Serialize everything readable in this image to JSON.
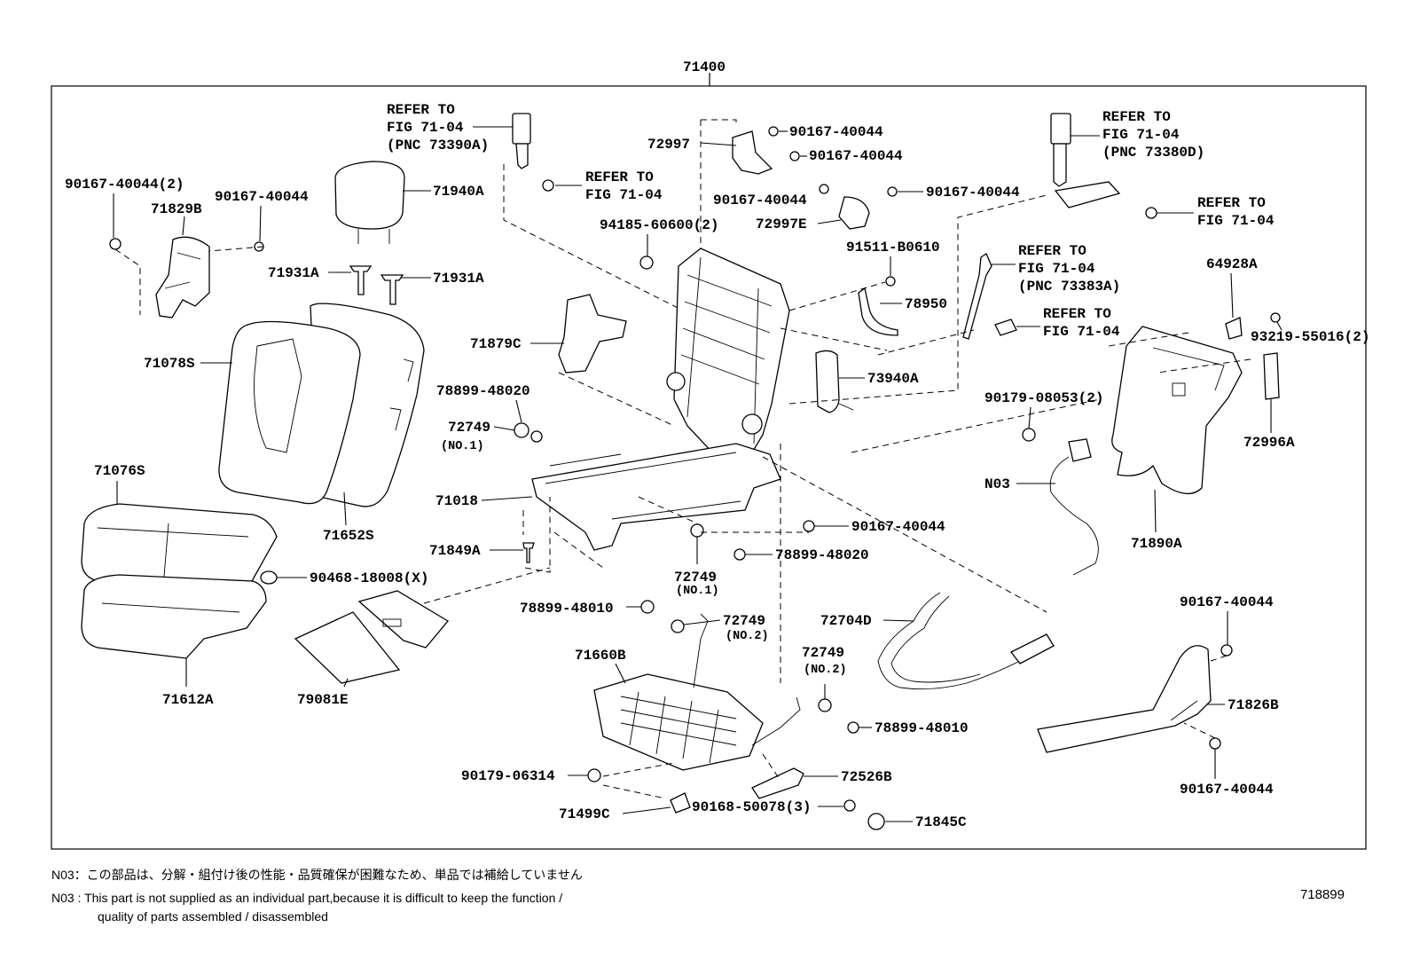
{
  "diagram": {
    "assembly_label": "71400",
    "catalog_number": "718899",
    "labels": {
      "l_90167_a": "90167-40044(2)",
      "l_71829b": "71829B",
      "l_90167_b": "90167-40044",
      "l_71940a": "71940A",
      "l_71931a_1": "71931A",
      "l_71931a_2": "71931A",
      "l_71078s": "71078S",
      "l_71652s": "71652S",
      "l_71076s": "71076S",
      "l_90468": "90468-18008(X)",
      "l_71612a": "71612A",
      "l_79081e": "79081E",
      "l_refer1_a": "REFER TO",
      "l_refer1_b": "FIG 71-04",
      "l_refer1_c": "(PNC 73390A)",
      "l_refer2_a": "REFER TO",
      "l_refer2_b": "FIG 71-04",
      "l_72997": "72997",
      "l_90167_c": "90167-40044",
      "l_90167_d": "90167-40044",
      "l_90167_e": "90167-40044",
      "l_90167_f": "90167-40044",
      "l_72997e": "72997E",
      "l_94185": "94185-60600(2)",
      "l_91511": "91511-B0610",
      "l_78950": "78950",
      "l_73940a": "73940A",
      "l_71879c": "71879C",
      "l_78899_a": "78899-48020",
      "l_72749_a": "72749",
      "l_no1_a": "(NO.1)",
      "l_71018": "71018",
      "l_71849a": "71849A",
      "l_90167_g": "90167-40044",
      "l_78899_b": "78899-48020",
      "l_72749_b": "72749",
      "l_no1_b": "(NO.1)",
      "l_78899_c": "78899-48010",
      "l_72749_c": "72749",
      "l_no2_a": "(NO.2)",
      "l_71660b": "71660B",
      "l_72749_d": "72749",
      "l_no2_b": "(NO.2)",
      "l_78899_d": "78899-48010",
      "l_72704d": "72704D",
      "l_90179_a": "90179-06314",
      "l_71499c": "71499C",
      "l_72526b": "72526B",
      "l_90168": "90168-50078(3)",
      "l_71845c": "71845C",
      "l_refer3_a": "REFER TO",
      "l_refer3_b": "FIG 71-04",
      "l_refer3_c": "(PNC 73380D)",
      "l_refer4_a": "REFER TO",
      "l_refer4_b": "FIG 71-04",
      "l_refer5_a": "REFER TO",
      "l_refer5_b": "FIG 71-04",
      "l_refer5_c": "(PNC 73383A)",
      "l_refer6_a": "REFER TO",
      "l_refer6_b": "FIG 71-04",
      "l_64928a": "64928A",
      "l_93219": "93219-55016(2)",
      "l_90179_b": "90179-08053(2)",
      "l_n03": "N03",
      "l_72996a": "72996A",
      "l_71890a": "71890A",
      "l_90167_h": "90167-40044",
      "l_71826b": "71826B",
      "l_90167_i": "90167-40044"
    }
  },
  "notes": {
    "jp": "N03：この部品は、分解・組付け後の性能・品質確保が困難なため、単品では補給していません",
    "en_line1": "N03 : This part is not supplied as an individual part,because it is difficult to keep the function /",
    "en_line2": "quality of parts assembled / disassembled"
  }
}
